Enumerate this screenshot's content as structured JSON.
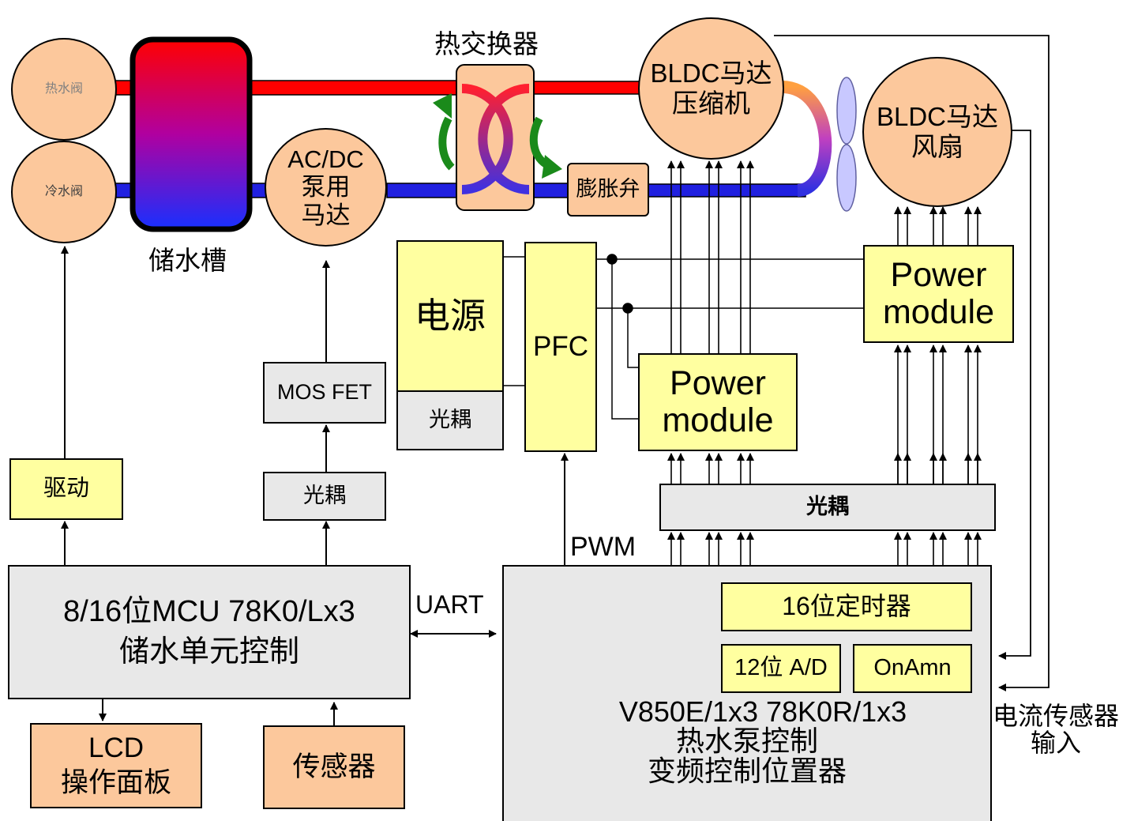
{
  "nodes": {
    "hot_valve": "热水阀",
    "cold_valve": "冷水阀",
    "tank": "储水槽",
    "heat_exchanger": "热交换器",
    "compressor_line1": "BLDC马达",
    "compressor_line2": "压缩机",
    "fan_line1": "BLDC马达",
    "fan_line2": "风扇",
    "pump_line1": "AC/DC",
    "pump_line2": "泵用",
    "pump_line3": "马达",
    "expansion_valve": "膨胀弁",
    "power_supply": "电源",
    "optocoupler_psu": "光耦",
    "pfc": "PFC",
    "power_module_a_line1": "Power",
    "power_module_a_line2": "module",
    "power_module_b_line1": "Power",
    "power_module_b_line2": "module",
    "mosfet": "MOS FET",
    "optocoupler_mid": "光耦",
    "optocoupler_bar": "光耦",
    "driver": "驱动",
    "mcu_line1": "8/16位MCU 78K0/Lx3",
    "mcu_line2": "储水单元控制",
    "lcd_line1": "LCD",
    "lcd_line2": "操作面板",
    "sensor": "传感器",
    "main_line1": "V850E/1x3  78K0R/1x3",
    "main_line2": "热水泵控制",
    "main_line3": "变频控制位置器",
    "timer": "16位定时器",
    "adc": "12位 A/D",
    "opamp": "OnAmn",
    "uart": "UART",
    "pwm": "PWM",
    "current_sensor_line1": "电流传感器",
    "current_sensor_line2": "输入"
  },
  "colors": {
    "hot_pipe": "#ff0000",
    "cold_pipe": "#2020e0",
    "block_yellow": "#ffffa0",
    "block_grey": "#e8e8e8",
    "block_peach": "#fcc89c",
    "arrow_green": "#1a8a1a"
  }
}
